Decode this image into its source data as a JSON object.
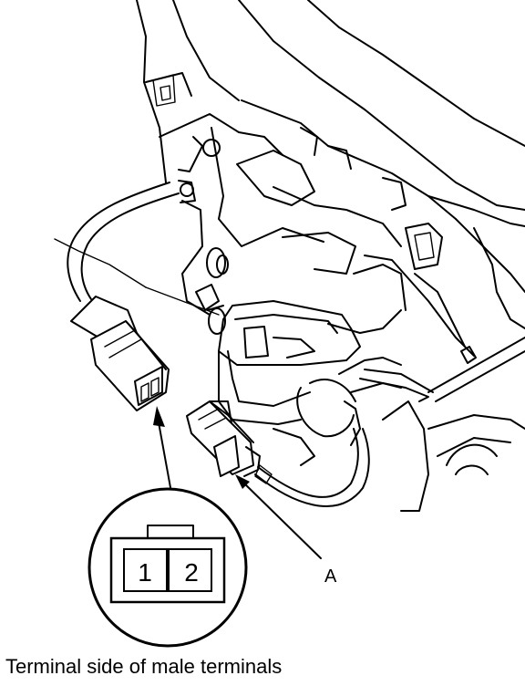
{
  "diagram": {
    "callout_a": "A",
    "terminal_1": "1",
    "terminal_2": "2",
    "caption": "Terminal side of male terminals"
  }
}
